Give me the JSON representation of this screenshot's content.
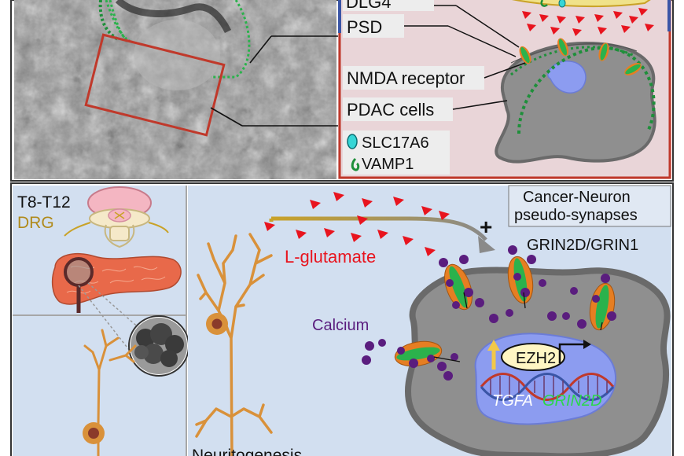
{
  "top_panel": {
    "labels": {
      "blg": "DLG4",
      "psd": "PSD",
      "nmda": "NMDA receptor",
      "pdac": "PDAC cells"
    },
    "legend": {
      "slc": "SLC17A6",
      "vamp": "VAMP1"
    }
  },
  "left_panel": {
    "level": "T8-T12",
    "drg": "DRG"
  },
  "main_panel": {
    "title_line1": "Cancer-Neuron",
    "title_line2": "pseudo-synapses",
    "plus": "+",
    "grin_label": "GRIN2D/GRIN1",
    "glutamate": "L-glutamate",
    "calcium": "Calcium",
    "ezh2": "EZH2",
    "tgfa": "TGFA",
    "grin2d": "GRIN2D",
    "neuritogenesis": "Neuritogenesis"
  },
  "colors": {
    "panel_bg": "#d2dff0",
    "pink_bg": "#e9d5d8",
    "red_border": "#c0392b",
    "green": "#2bb24c",
    "dotted_green": "#1e8f3a",
    "neuron": "#d9913a",
    "glutamate": "#e8141e",
    "calcium": "#5a1d7e",
    "gold": "#b08a1a"
  }
}
